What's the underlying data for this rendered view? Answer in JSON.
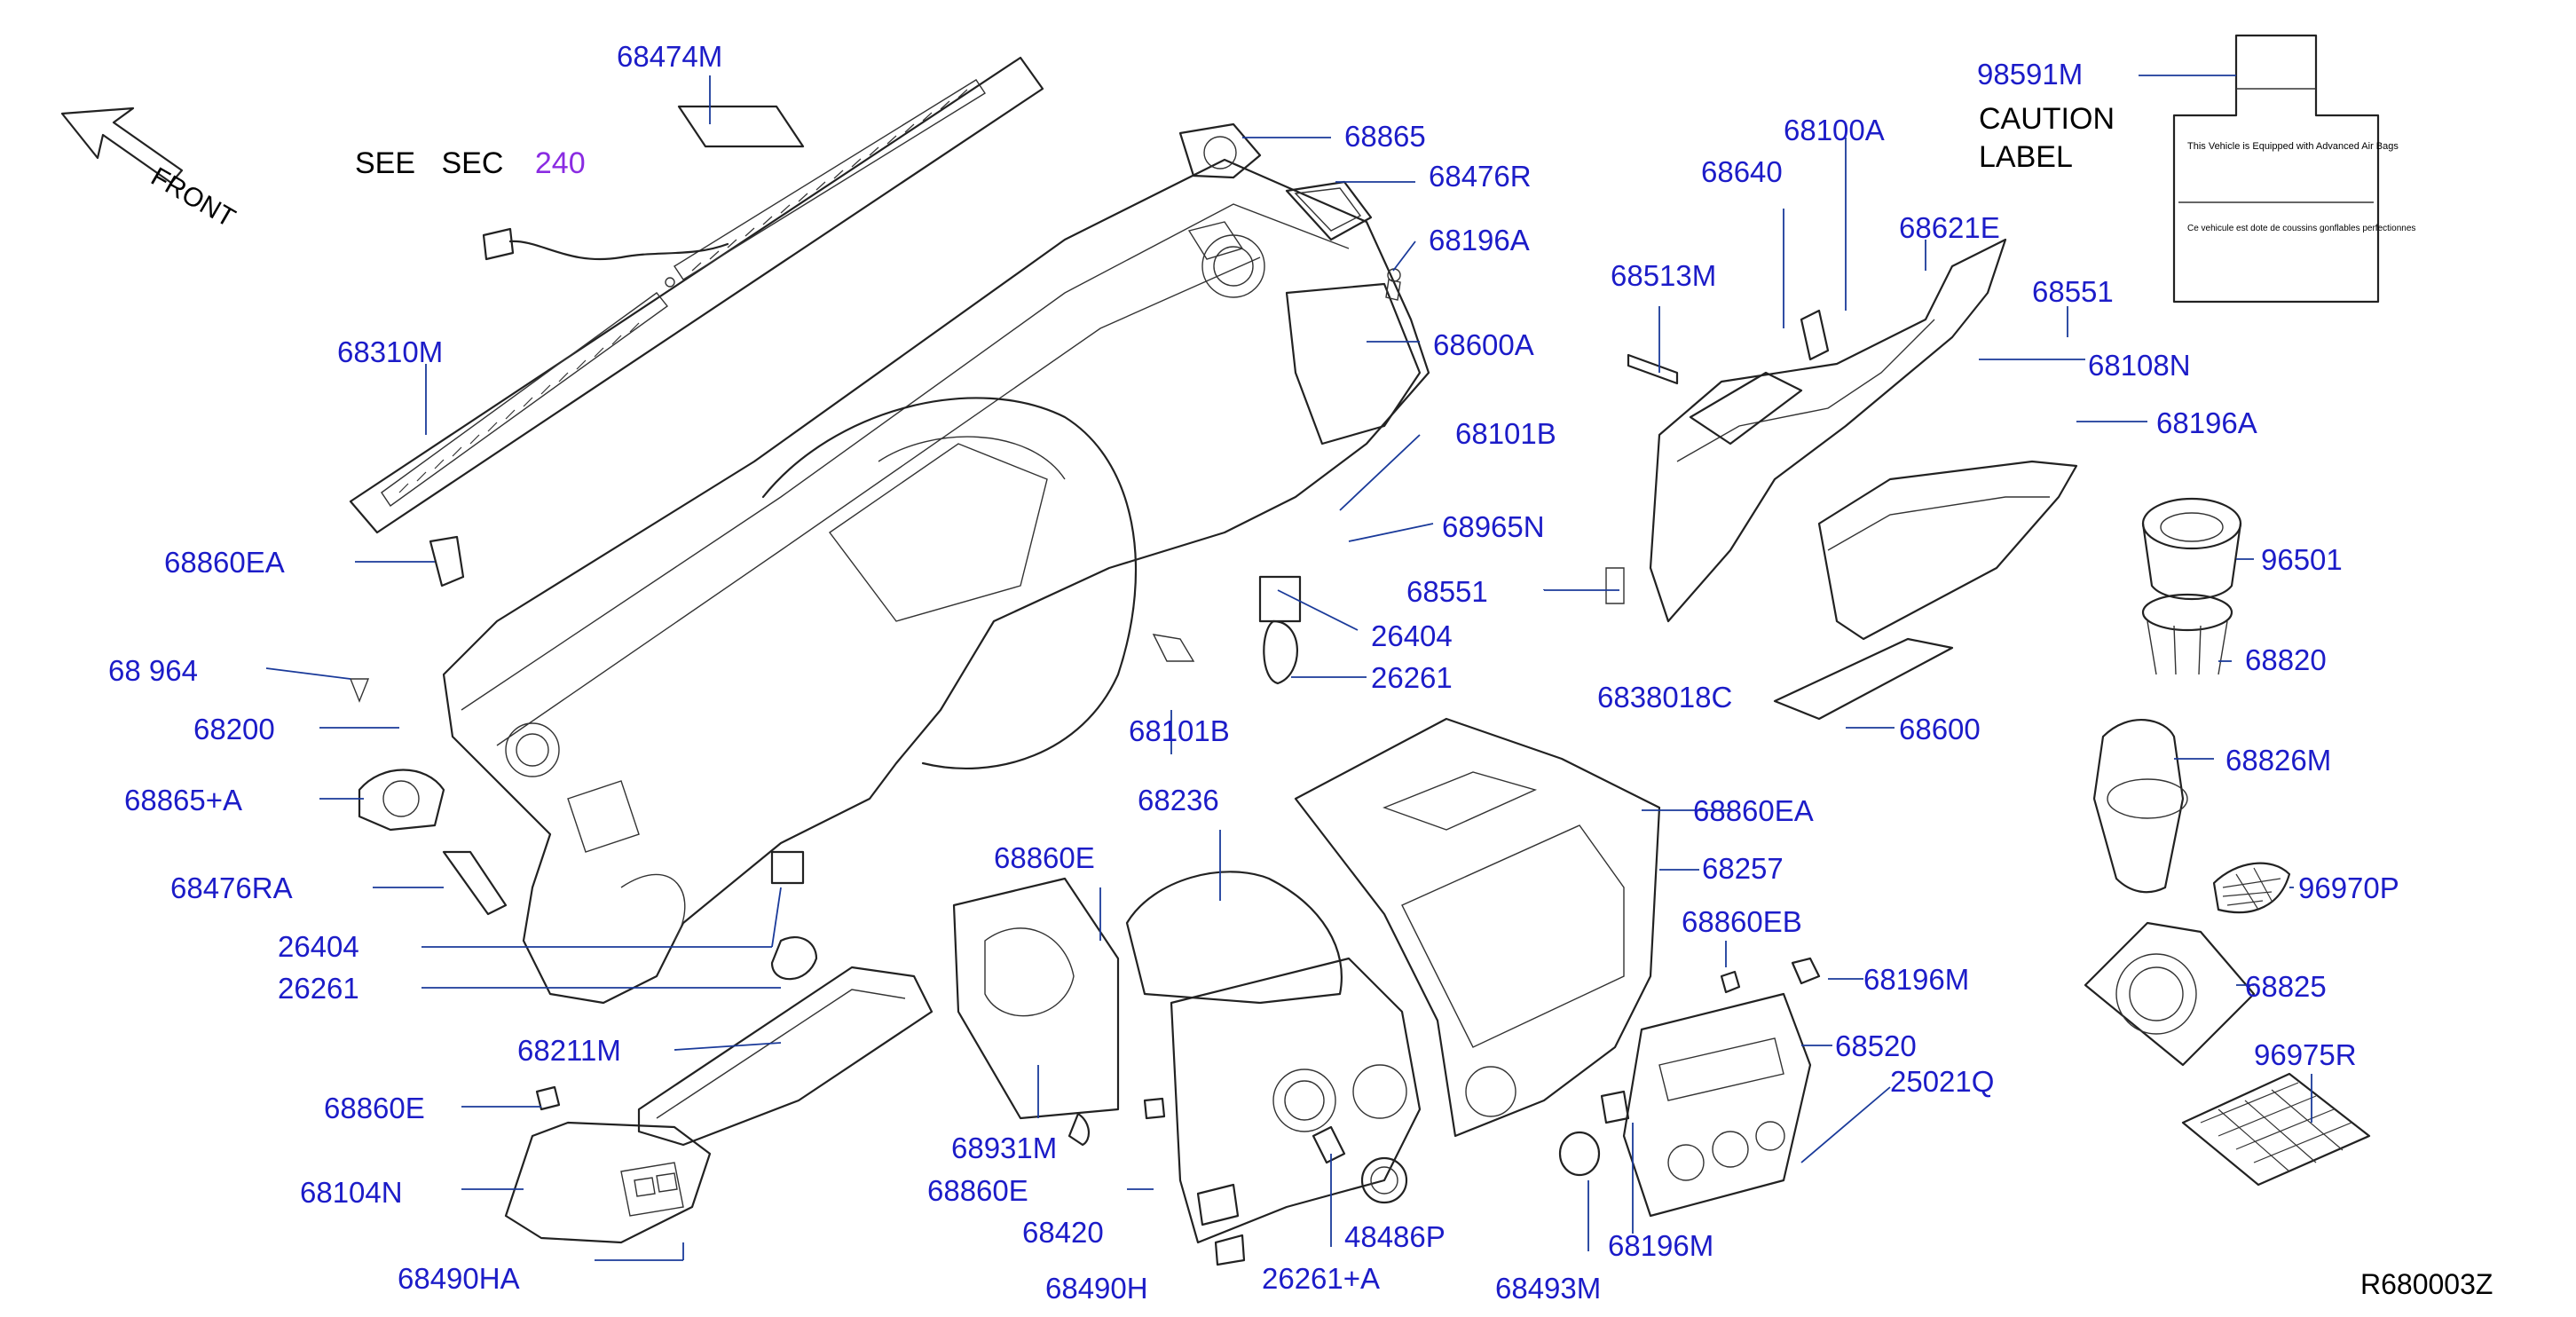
{
  "see_sec": {
    "prefix": "SEE",
    "sec": "SEC",
    "number": "240"
  },
  "front_label": "FRONT",
  "diagram_code": "R680003Z",
  "caution": {
    "part_no": "98591M",
    "line1": "CAUTION",
    "line2": "LABEL",
    "label_text_en": "This Vehicle is Equipped with Advanced Air Bags",
    "label_text_fr": "Ce vehicule est dote de coussins gonflables perfectionnes"
  },
  "colors": {
    "callout": "#1c1cc8",
    "line": "#222222",
    "see_sec_number": "#8a2be2"
  },
  "callouts": {
    "c68474M": "68474M",
    "c68865": "68865",
    "c68476R": "68476R",
    "c68196A_1": "68196A",
    "c68600A": "68600A",
    "c68310M": "68310M",
    "c68101B_1": "68101B",
    "c68965N": "68965N",
    "c68860EA_1": "68860EA",
    "c68551_1": "68551",
    "c26404_1": "26404",
    "c68_964": "68 964",
    "c26261_1": "26261",
    "c68200": "68200",
    "c68101B_2": "68101B",
    "c68865A": "68865+A",
    "c68476RA": "68476RA",
    "c26404_2": "26404",
    "c26261_2": "26261",
    "c68211M": "68211M",
    "c68860E_1": "68860E",
    "c68104N": "68104N",
    "c68490HA": "68490HA",
    "c68236": "68236",
    "c68860E_2": "68860E",
    "c68931M": "68931M",
    "c68860E_3": "68860E",
    "c68420": "68420",
    "c68490H": "68490H",
    "c48486P": "48486P",
    "c26261A": "26261+A",
    "c68493M": "68493M",
    "c68196M_1": "68196M",
    "c68860EA_2": "68860EA",
    "c68257": "68257",
    "c68860EB": "68860EB",
    "c68196M_2": "68196M",
    "c68520": "68520",
    "c25021Q": "25021Q",
    "c68100A": "68100A",
    "c68640": "68640",
    "c68513M": "68513M",
    "c68621E": "68621E",
    "c68551_2": "68551",
    "c68108N": "68108N",
    "c68196A_2": "68196A",
    "c68860C": "6838018C",
    "c68600": "68600",
    "c96501": "96501",
    "c68820": "68820",
    "c68826M": "68826M",
    "c96970P": "96970P",
    "c68825": "68825",
    "c96975R": "96975R"
  }
}
